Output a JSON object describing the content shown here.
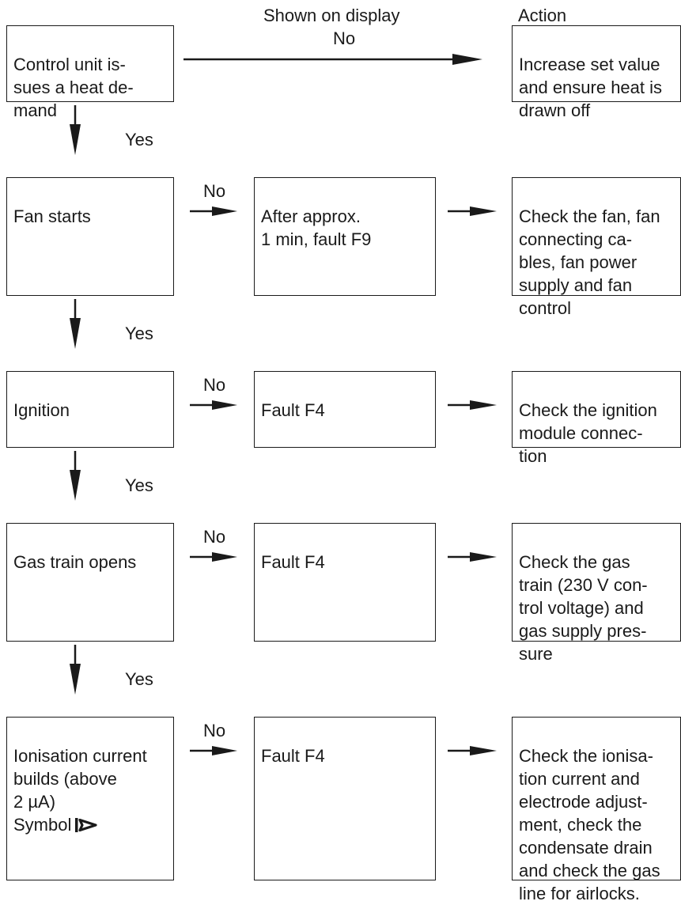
{
  "headers": {
    "display": "Shown on display",
    "action": "Action"
  },
  "row1": {
    "check": "Control unit is-\nsues a heat de-\nmand",
    "no": "No",
    "action": "Increase set value\nand ensure heat is\ndrawn off"
  },
  "row2": {
    "check": "Fan starts",
    "no": "No",
    "display": "After approx.\n1 min, fault F9",
    "action": "Check the fan, fan\nconnecting ca-\nbles, fan power\nsupply and fan\ncontrol"
  },
  "row3": {
    "check": "Ignition",
    "no": "No",
    "display": "Fault F4",
    "action": "Check the ignition\nmodule connec-\ntion"
  },
  "row4": {
    "check": "Gas train opens",
    "no": "No",
    "display": "Fault F4",
    "action": "Check the gas\ntrain (230 V con-\ntrol voltage) and\ngas supply pres-\nsure"
  },
  "row5": {
    "check": "Ionisation current\nbuilds (above\n2 µA)\nSymbol",
    "symbol_icon": "flame-symbol-icon",
    "no": "No",
    "display": "Fault F4",
    "action": "Check the ionisa-\ntion current and\nelectrode adjust-\nment, check the\ncondensate drain\nand check the gas\nline for airlocks."
  },
  "yes_labels": [
    "Yes",
    "Yes",
    "Yes",
    "Yes"
  ]
}
